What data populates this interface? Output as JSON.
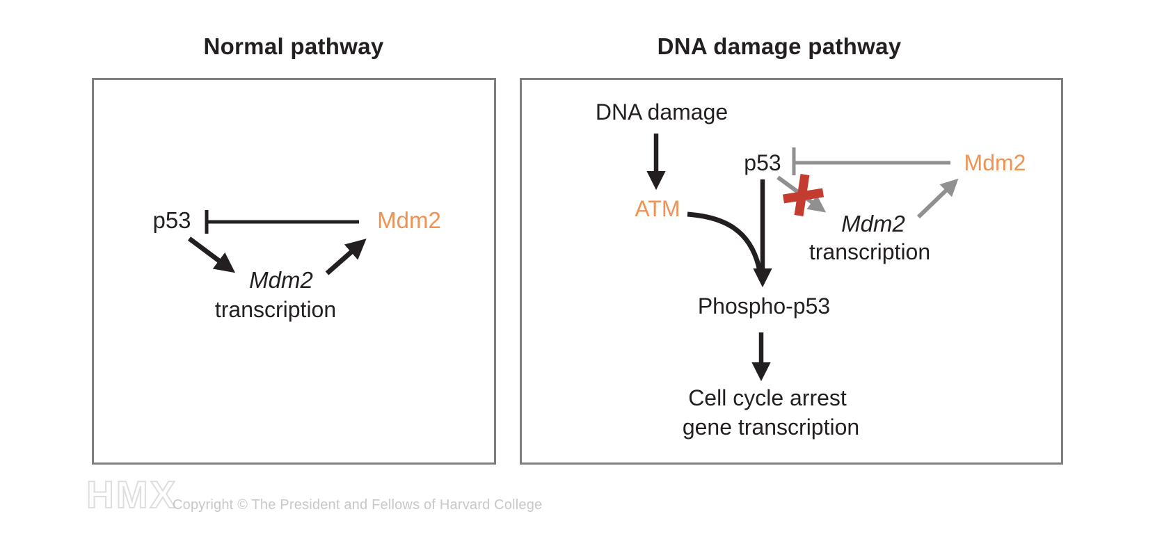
{
  "titles": {
    "normal": "Normal pathway",
    "damage": "DNA damage pathway"
  },
  "normal_panel": {
    "p53": "p53",
    "mdm2": "Mdm2",
    "mdm2_gene": "Mdm2",
    "transcription": "transcription"
  },
  "damage_panel": {
    "dna_damage": "DNA damage",
    "atm": "ATM",
    "p53": "p53",
    "mdm2": "Mdm2",
    "mdm2_gene": "Mdm2",
    "transcription": "transcription",
    "phospho_p53": "Phospho-p53",
    "arrest_line1": "Cell cycle arrest",
    "arrest_line2": "gene transcription"
  },
  "footer": {
    "logo": "HMX",
    "copyright": "Copyright © The President and Fellows of Harvard College"
  },
  "colors": {
    "black": "#231f20",
    "orange": "#ef9355",
    "red": "#c43b30",
    "gray_line": "#909090",
    "box_border": "#7e7e7e",
    "footer_gray": "#c8c8c8",
    "logo_gray": "#dedede"
  }
}
